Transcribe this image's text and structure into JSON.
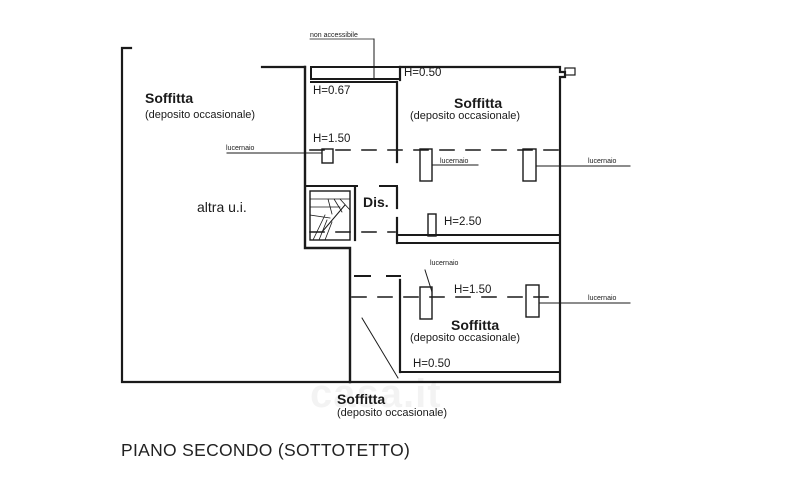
{
  "plan": {
    "title": "PIANO SECONDO (SOTTOTETTO)",
    "watermark": "casa.it",
    "rooms": {
      "soffitta_nw": {
        "name": "Soffitta",
        "use": "(deposito occasionale)"
      },
      "soffitta_ne": {
        "name": "Soffitta",
        "use": "(deposito occasionale)"
      },
      "soffitta_se": {
        "name": "Soffitta",
        "use": "(deposito occasionale)"
      },
      "soffitta_s": {
        "name": "Soffitta",
        "use": "(deposito occasionale)"
      },
      "dis": "Dis.",
      "altra": "altra u.i."
    },
    "heights": {
      "top_strip": "H=0.50",
      "nw_low": "H=0.67",
      "nw_mid": "H=1.50",
      "center": "H=2.50",
      "se_mid": "H=1.50",
      "se_low": "H=0.50"
    },
    "skylight_labels": {
      "a": "lucernaio",
      "b": "lucernaio",
      "c": "lucernaio",
      "d": "lucernaio",
      "e": "lucernaio"
    },
    "inaccessible": "non accessibile"
  }
}
